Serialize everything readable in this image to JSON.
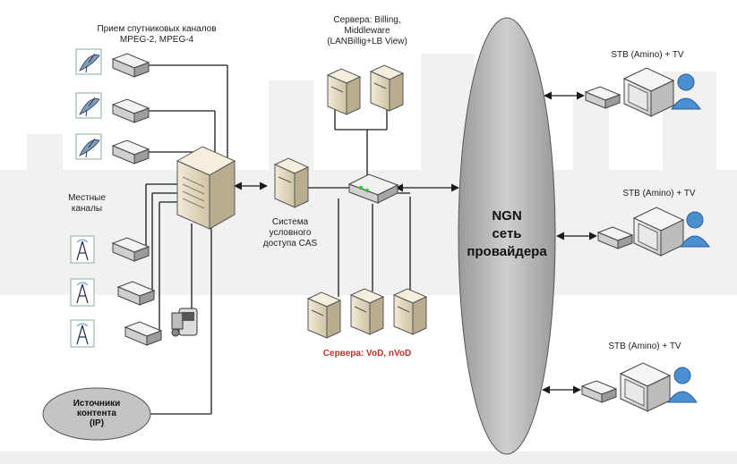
{
  "labels": {
    "satellite_title_1": "Прием спутниковых каналов",
    "satellite_title_2": "MPEG-2, MPEG-4",
    "local_title_1": "Местные",
    "local_title_2": "каналы",
    "servers_billing_1": "Сервера: Billing,",
    "servers_billing_2": "Middleware",
    "servers_billing_3": "(LANBillig+LB View)",
    "cas_1": "Система",
    "cas_2": "условного",
    "cas_3": "доступа CAS",
    "vod_servers": "Сервера: VoD, nVoD",
    "ngn_1": "NGN",
    "ngn_2": "сеть",
    "ngn_3": "провайдера",
    "source_1": "Источники",
    "source_2": "контента",
    "source_3": "(IP)",
    "stb_1": "STB (Amino) + TV",
    "stb_2": "STB (Amino) + TV",
    "stb_3": "STB (Amino) + TV"
  },
  "colors": {
    "vod_label": "#c0322b",
    "ngn_ellipse_fill": "#bfbfbf",
    "source_ellipse_fill": "#c4c4c4",
    "person_fill": "#4a8fd0",
    "line": "#1a1a1a"
  }
}
